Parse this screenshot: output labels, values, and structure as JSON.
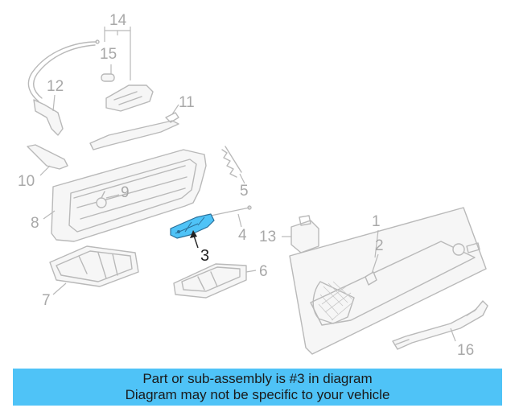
{
  "callouts": [
    {
      "id": "1",
      "text": "1"
    },
    {
      "id": "2",
      "text": "2"
    },
    {
      "id": "3",
      "text": "3"
    },
    {
      "id": "4",
      "text": "4"
    },
    {
      "id": "5",
      "text": "5"
    },
    {
      "id": "6",
      "text": "6"
    },
    {
      "id": "7",
      "text": "7"
    },
    {
      "id": "8",
      "text": "8"
    },
    {
      "id": "9",
      "text": "9"
    },
    {
      "id": "10",
      "text": "10"
    },
    {
      "id": "11",
      "text": "11"
    },
    {
      "id": "12",
      "text": "12"
    },
    {
      "id": "13",
      "text": "13"
    },
    {
      "id": "14",
      "text": "14"
    },
    {
      "id": "15",
      "text": "15"
    },
    {
      "id": "16",
      "text": "16"
    }
  ],
  "highlight": {
    "part": "3",
    "color": "#4fc3f7"
  },
  "banner": {
    "line1": "Part or sub-assembly is #3 in diagram",
    "line2": "Diagram may not be specific to your vehicle",
    "color": "#4fc3f7"
  }
}
